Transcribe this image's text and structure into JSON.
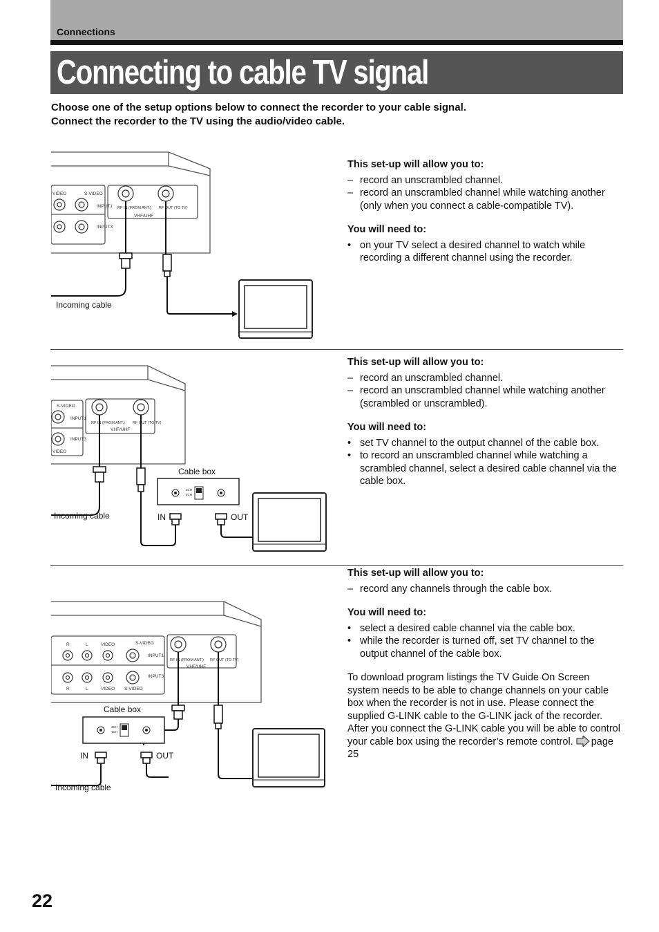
{
  "header": {
    "section_label": "Connections",
    "title": "Connecting to cable TV signal"
  },
  "intro": {
    "line1": "Choose one of the setup options below to connect the recorder to your cable signal.",
    "line2": "Connect the recorder to the TV using the audio/video cable."
  },
  "panels": [
    {
      "allow_heading": "This set-up will allow you to:",
      "allow_items": [
        "record an unscrambled channel.",
        "record an unscrambled channel while watching another (only when you connect a cable-compatible TV)."
      ],
      "need_heading": "You will need to:",
      "need_items": [
        "on your TV select a desired channel to watch while recording a different channel using the recorder."
      ],
      "diagram": {
        "incoming_cable": "Incoming cable",
        "rf_in": "RF IN (FROM ANT.)",
        "rf_out": "RF OUT (TO TV)",
        "vhf_uhf": "VHF/UHF",
        "video": "VIDEO",
        "s_video": "S-VIDEO",
        "input1": "INPUT1",
        "input3": "INPUT3"
      }
    },
    {
      "allow_heading": "This set-up will allow you to:",
      "allow_items": [
        "record an unscrambled channel.",
        "record an unscrambled channel while watching another (scrambled or unscrambled)."
      ],
      "need_heading": "You will need to:",
      "need_items": [
        "set TV channel to the output channel of the cable box.",
        "to record an unscrambled channel while watching a scrambled channel, select a desired cable channel via the cable box."
      ],
      "diagram": {
        "incoming_cable": "Incoming cable",
        "cable_box": "Cable box",
        "in": "IN",
        "out": "OUT",
        "ch3": "3CH",
        "ch4": "4CH",
        "rf_in": "RF IN (FROM ANT.)",
        "rf_out": "RF OUT (TO TV)",
        "vhf_uhf": "VHF/UHF",
        "video": "VIDEO",
        "s_video": "S-VIDEO",
        "input1": "INPUT1",
        "input3": "INPUT3"
      }
    },
    {
      "allow_heading": "This set-up will allow you to:",
      "allow_items": [
        "record any channels through the cable box."
      ],
      "need_heading": "You will need to:",
      "need_items": [
        "select a desired cable channel via the cable box.",
        "while the recorder is turned off, set TV channel to the output channel of the cable box."
      ],
      "note": "To download program listings the TV Guide On Screen system needs to be able to change channels on your cable box when the recorder is not in use. Please connect the supplied G-LINK cable to the G-LINK jack of the recorder. After you connect the G-LINK cable you will be able to control your cable box using the recorder’s remote control.",
      "page_ref": "page 25",
      "diagram": {
        "incoming_cable": "Incoming cable",
        "cable_box": "Cable box",
        "in": "IN",
        "out": "OUT",
        "ch3": "3CH",
        "ch4": "4CH",
        "rf_in": "RF IN (FROM ANT.)",
        "rf_out": "RF OUT (TO TV)",
        "vhf_uhf": "VHF/UHF",
        "r": "R",
        "l": "L",
        "video": "VIDEO",
        "s_video": "S-VIDEO",
        "input1": "INPUT1",
        "input3": "INPUT3"
      }
    }
  ],
  "markers": {
    "dash": "–",
    "bullet": "•"
  },
  "footer": {
    "page_number": "22"
  }
}
